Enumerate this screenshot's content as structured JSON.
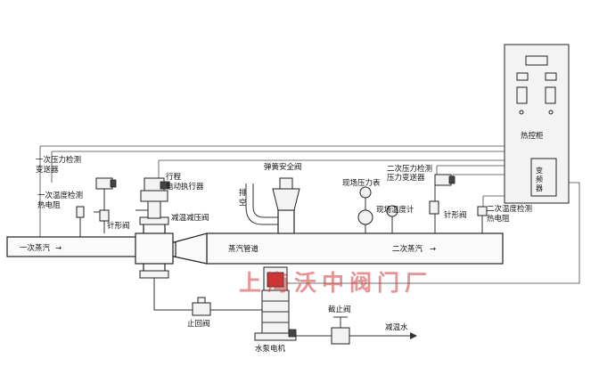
{
  "labels": {
    "cabinet": "热控柜",
    "vfd": "变频器",
    "primary_pressure": [
      "一次压力检测",
      "变送器"
    ],
    "primary_temp": [
      "一次温度检测",
      "热电阻"
    ],
    "needle_valve_left": "针形阀",
    "actuator": [
      "行程",
      "电动执行器"
    ],
    "reducing_valve": "减温减压阀",
    "safety_valve": "弹簧安全阀",
    "vent": [
      "排",
      "空"
    ],
    "field_gauge": "现场压力表",
    "field_thermo": "现场温度计",
    "secondary_pressure": [
      "二次压力检测",
      "压力变送器"
    ],
    "needle_valve_right": "针形阀",
    "secondary_temp": [
      "二次温度检测",
      "热电阻"
    ],
    "steam_pipe": "蒸汽管道",
    "primary_steam": "一次蒸汽",
    "secondary_steam": "二次蒸汽",
    "check_valve": "止回阀",
    "stop_valve": "截止阀",
    "desuperheat_water": "减温水",
    "pump_motor": "水泵电机",
    "watermark": "上海沃中阀门厂"
  },
  "arrows": {
    "left": "→",
    "right": "→"
  },
  "colors": {
    "line": "#333333",
    "watermark": "#d23a3a"
  }
}
